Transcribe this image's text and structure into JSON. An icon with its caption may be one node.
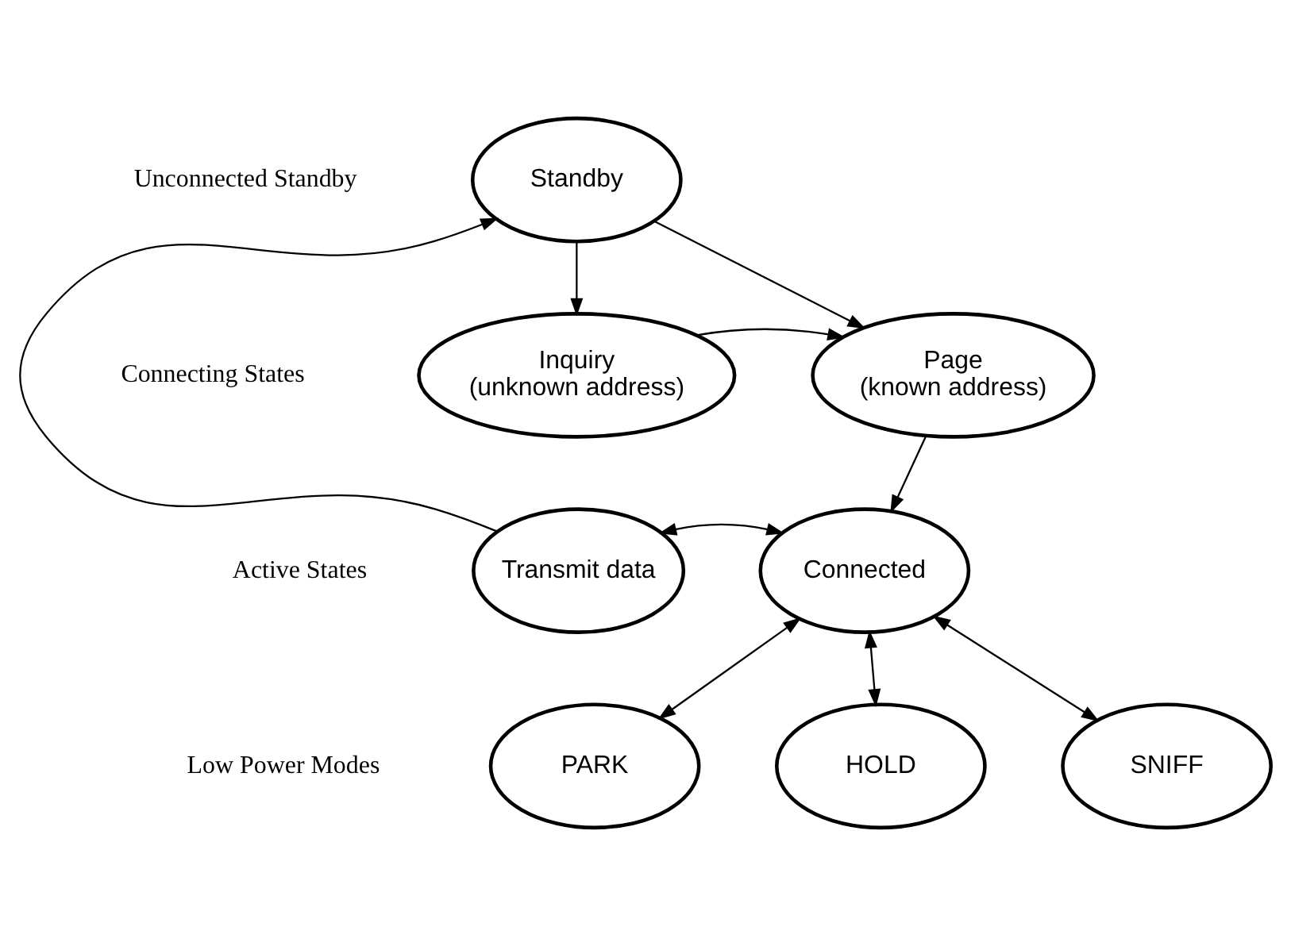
{
  "diagram": {
    "nodes": [
      {
        "text": [
          "Standby"
        ]
      },
      {
        "text": [
          "Inquiry",
          "(unknown address)"
        ]
      },
      {
        "text": [
          "Page",
          "(known address)"
        ]
      },
      {
        "text": [
          "Transmit data"
        ]
      },
      {
        "text": [
          "Connected"
        ]
      },
      {
        "text": [
          "PARK"
        ]
      },
      {
        "text": [
          "HOLD"
        ]
      },
      {
        "text": [
          "SNIFF"
        ]
      }
    ],
    "edges": [
      {
        "from": 0,
        "to": 1,
        "arrow": "to"
      },
      {
        "from": 0,
        "to": 2,
        "arrow": "to"
      },
      {
        "from": 1,
        "to": 2,
        "arrow": "to"
      },
      {
        "from": 2,
        "to": 4,
        "arrow": "to"
      },
      {
        "from": 3,
        "to": 0,
        "arrow": "to"
      },
      {
        "from": 3,
        "to": 4,
        "arrow": "both"
      },
      {
        "from": 4,
        "to": 5,
        "arrow": "both"
      },
      {
        "from": 4,
        "to": 6,
        "arrow": "both"
      },
      {
        "from": 4,
        "to": 7,
        "arrow": "both"
      }
    ],
    "labels": [
      "Unconnected Standby",
      "Connecting States",
      "Active States",
      "Low Power Modes"
    ]
  }
}
